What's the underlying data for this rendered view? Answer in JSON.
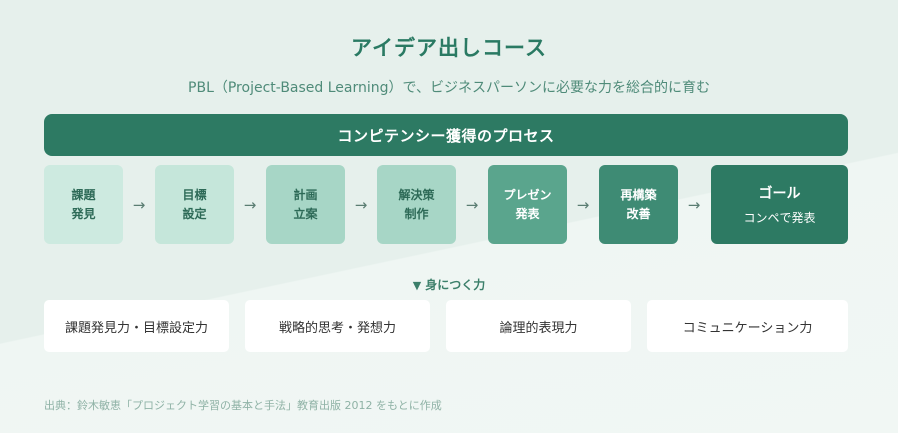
{
  "title": "アイデア出しコース",
  "subtitle": "PBL（Project-Based Learning）で、ビジネスパーソンに必要な力を総合的に育む",
  "process_banner": "コンピテンシー獲得のプロセス",
  "arrow_glyph": "→",
  "steps": [
    {
      "label": "課題\n発見",
      "bg": "#cdeae0",
      "fg": "#2d6a57"
    },
    {
      "label": "目標\n設定",
      "bg": "#c5e6da",
      "fg": "#2d6a57"
    },
    {
      "label": "計画\n立案",
      "bg": "#a7d6c6",
      "fg": "#2d6a57"
    },
    {
      "label": "解決策\n制作",
      "bg": "#a7d6c6",
      "fg": "#2d6a57"
    },
    {
      "label": "プレゼン\n発表",
      "bg": "#5aa58d",
      "fg": "#ffffff"
    },
    {
      "label": "再構築\n改善",
      "bg": "#3e8b74",
      "fg": "#ffffff"
    }
  ],
  "goal": {
    "title": "ゴール",
    "subtitle": "コンペで発表"
  },
  "skills_heading": {
    "marker": "▼",
    "label": "身につく力"
  },
  "skills": [
    "課題発見力・目標設定力",
    "戦略的思考・発想力",
    "論理的表現力",
    "コミュニケーション力"
  ],
  "source": "出典：鈴木敏恵「プロジェクト学習の基本と手法」教育出版 2012 をもとに作成",
  "colors": {
    "accent": "#2d7a63",
    "background": "#e9f2ee"
  }
}
